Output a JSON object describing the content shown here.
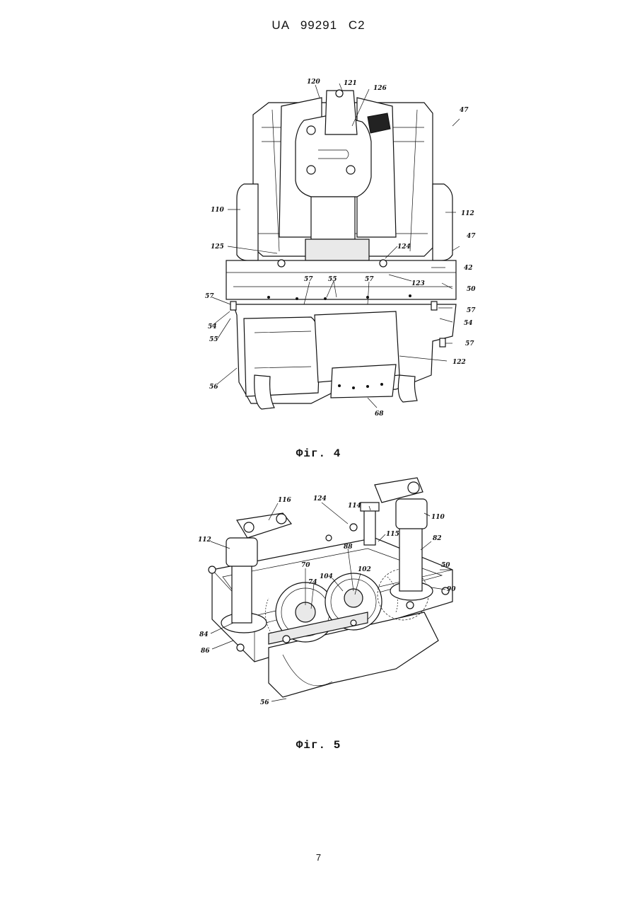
{
  "header": {
    "document_id": "UA   99291   C2"
  },
  "figure4": {
    "caption": "Фіг. 4",
    "labels": [
      "120",
      "121",
      "126",
      "47",
      "110",
      "112",
      "47",
      "125",
      "124",
      "42",
      "123",
      "50",
      "57",
      "55",
      "57",
      "57",
      "54",
      "55",
      "57",
      "54",
      "57",
      "122",
      "56",
      "68"
    ]
  },
  "figure5": {
    "caption": "Фіг. 5",
    "labels": [
      "116",
      "124",
      "114",
      "110",
      "112",
      "115",
      "88",
      "82",
      "70",
      "104",
      "102",
      "50",
      "74",
      "90",
      "84",
      "86",
      "56"
    ]
  },
  "footer": {
    "page_number": "7"
  }
}
